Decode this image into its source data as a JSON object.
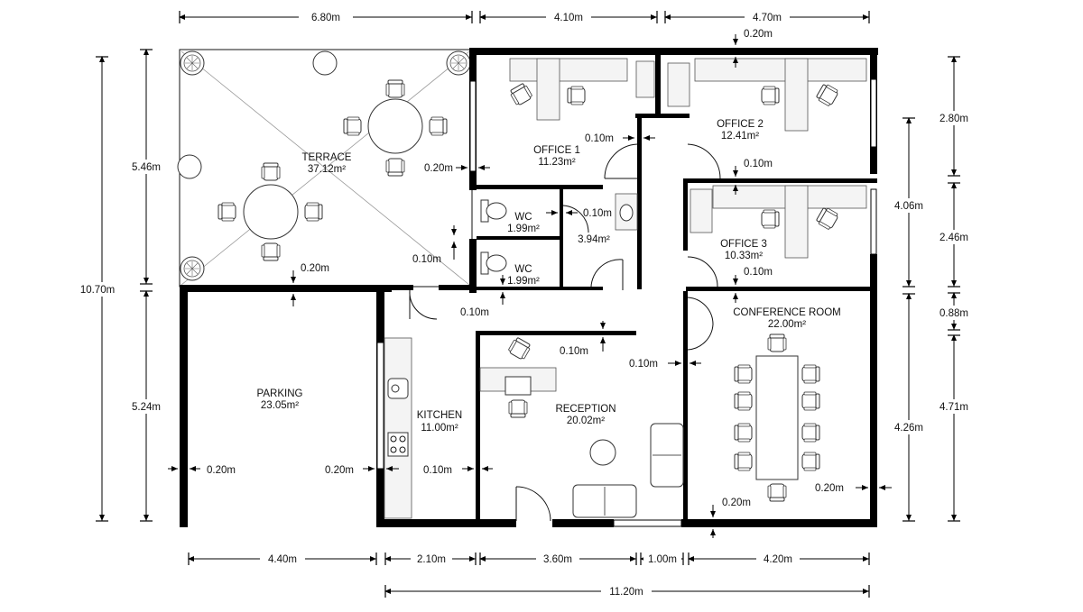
{
  "rooms": {
    "terrace": {
      "name": "TERRACE",
      "area": "37.12m²"
    },
    "office1": {
      "name": "OFFICE 1",
      "area": "11.23m²"
    },
    "office2": {
      "name": "OFFICE 2",
      "area": "12.41m²"
    },
    "office3": {
      "name": "OFFICE 3",
      "area": "10.33m²"
    },
    "wc1": {
      "name": "WC",
      "area": "1.99m²"
    },
    "wc2": {
      "name": "WC",
      "area": "1.99m²"
    },
    "hall": {
      "area": "3.94m²"
    },
    "conference": {
      "name": "CONFERENCE ROOM",
      "area": "22.00m²"
    },
    "parking": {
      "name": "PARKING",
      "area": "23.05m²"
    },
    "kitchen": {
      "name": "KITCHEN",
      "area": "11.00m²"
    },
    "reception": {
      "name": "RECEPTION",
      "area": "20.02m²"
    }
  },
  "dimensions": {
    "top": [
      "6.80m",
      "4.10m",
      "4.70m"
    ],
    "bottom": [
      "4.40m",
      "2.10m",
      "3.60m",
      "1.00m",
      "4.20m"
    ],
    "bottom_total": "11.20m",
    "left_total": "10.70m",
    "left_segments": [
      "5.46m",
      "5.24m"
    ],
    "right_outer": [
      "2.80m",
      "2.46m",
      "0.88m",
      "4.71m"
    ],
    "right_inner": [
      "4.06m",
      "4.26m"
    ],
    "walls": {
      "office2_top": "0.20m",
      "office1_corridor": "0.10m",
      "office2_bottom": "0.10m",
      "terrace_office1": "0.20m",
      "wc_hall": "0.10m",
      "terrace_wc": "0.10m",
      "terrace_parking": "0.20m",
      "office3_bottom": "0.10m",
      "wc_bottom": "0.10m",
      "reception_top": "0.10m",
      "reception_conference": "0.10m",
      "parking_left": "0.20m",
      "parking_kitchen": "0.20m",
      "kitchen_reception": "0.10m",
      "conference_right": "0.20m",
      "conference_bottom": "0.20m"
    }
  }
}
